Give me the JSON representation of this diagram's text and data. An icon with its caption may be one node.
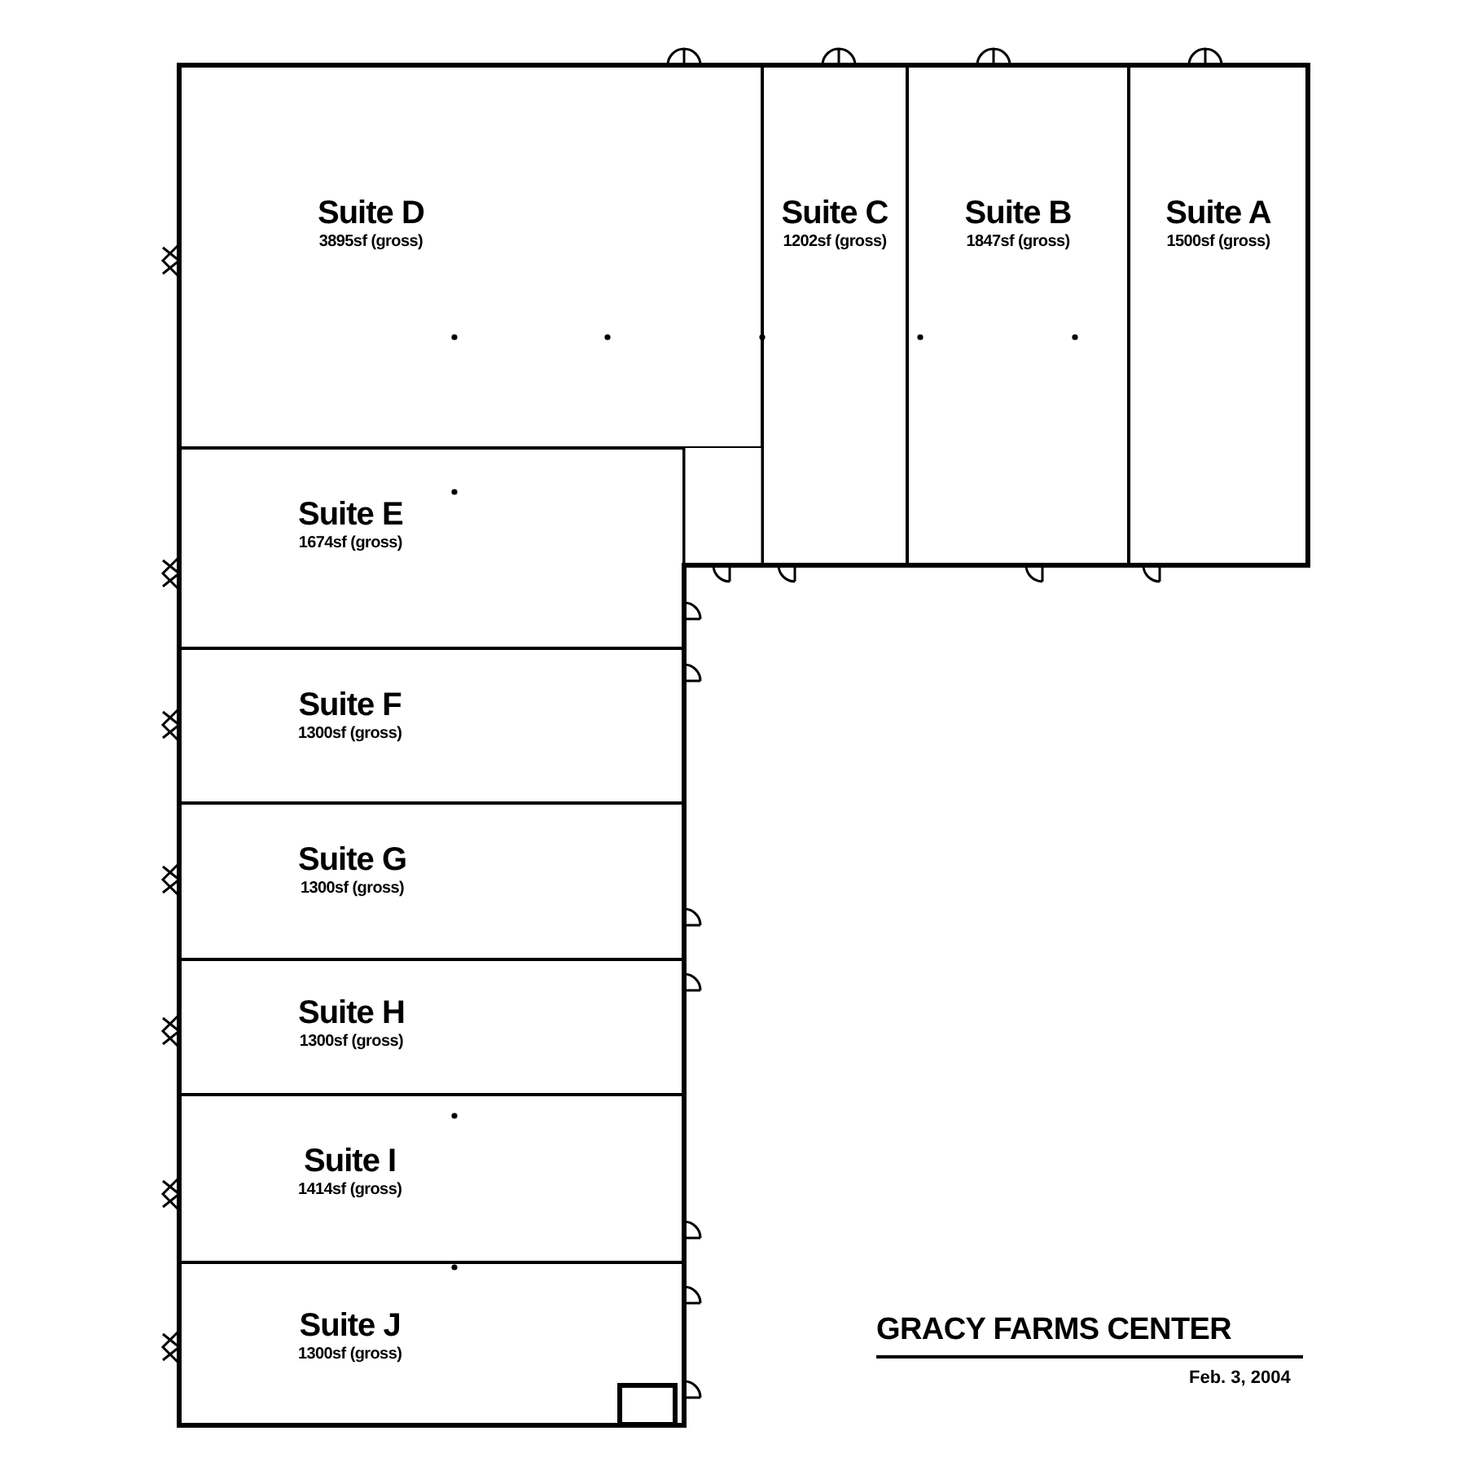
{
  "diagram": {
    "title": "GRACY FARMS CENTER",
    "nodes": [
      {
        "text": [
          "Suite D",
          "3895sf (gross)"
        ]
      },
      {
        "text": [
          "Suite C",
          "1202sf (gross)"
        ]
      },
      {
        "text": [
          "Suite B",
          "1847sf (gross)"
        ]
      },
      {
        "text": [
          "Suite A",
          "1500sf (gross)"
        ]
      },
      {
        "text": [
          "Suite E",
          "1674sf (gross)"
        ]
      },
      {
        "text": [
          "Suite F",
          "1300sf (gross)"
        ]
      },
      {
        "text": [
          "Suite G",
          "1300sf (gross)"
        ]
      },
      {
        "text": [
          "Suite H",
          "1300sf (gross)"
        ]
      },
      {
        "text": [
          "Suite I",
          "1414sf (gross)"
        ]
      },
      {
        "text": [
          "Suite J",
          "1300sf (gross)"
        ]
      },
      {
        "text": [],
        "shape": "box",
        "in": 9
      }
    ],
    "labels": [
      "Feb. 3, 2004"
    ]
  }
}
